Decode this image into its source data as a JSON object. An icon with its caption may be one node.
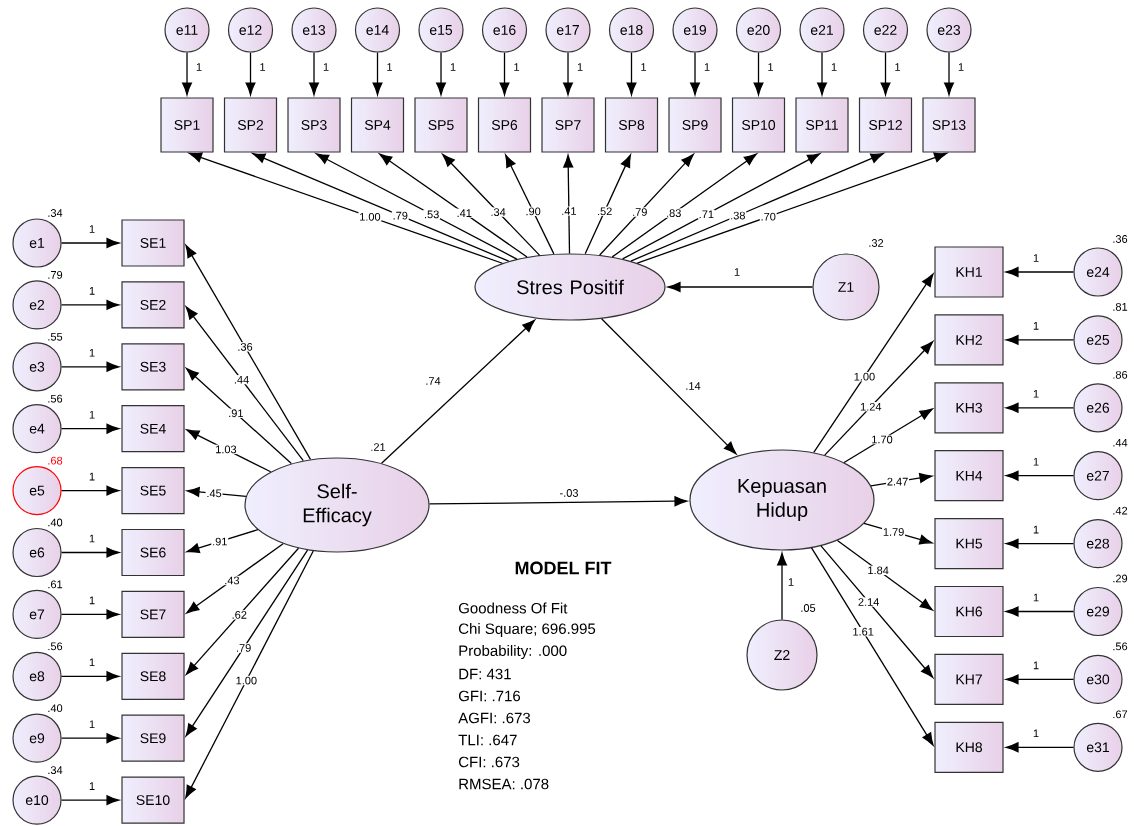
{
  "diagram": {
    "nodes": [
      {
        "text": [
          "e11"
        ]
      },
      {
        "text": [
          "e12"
        ]
      },
      {
        "text": [
          "e13"
        ]
      },
      {
        "text": [
          "e14"
        ]
      },
      {
        "text": [
          "e15"
        ]
      },
      {
        "text": [
          "e16"
        ]
      },
      {
        "text": [
          "e17"
        ]
      },
      {
        "text": [
          "e18"
        ]
      },
      {
        "text": [
          "e19"
        ]
      },
      {
        "text": [
          "e20"
        ]
      },
      {
        "text": [
          "e21"
        ]
      },
      {
        "text": [
          "e22"
        ]
      },
      {
        "text": [
          "e23"
        ]
      },
      {
        "text": [
          "SP1"
        ]
      },
      {
        "text": [
          "SP2"
        ]
      },
      {
        "text": [
          "SP3"
        ]
      },
      {
        "text": [
          "SP4"
        ]
      },
      {
        "text": [
          "SP5"
        ]
      },
      {
        "text": [
          "SP6"
        ]
      },
      {
        "text": [
          "SP7"
        ]
      },
      {
        "text": [
          "SP8"
        ]
      },
      {
        "text": [
          "SP9"
        ]
      },
      {
        "text": [
          "SP10"
        ]
      },
      {
        "text": [
          "SP11"
        ]
      },
      {
        "text": [
          "SP12"
        ]
      },
      {
        "text": [
          "SP13"
        ]
      },
      {
        "text": [
          "Stres Positif"
        ]
      },
      {
        "text": [
          "Z1"
        ],
        "beside": [
          ".32"
        ]
      },
      {
        "text": [
          "e1"
        ],
        "beside": [
          ".34"
        ]
      },
      {
        "text": [
          "e2"
        ],
        "beside": [
          ".79"
        ]
      },
      {
        "text": [
          "e3"
        ],
        "beside": [
          ".55"
        ]
      },
      {
        "text": [
          "e4"
        ],
        "beside": [
          ".56"
        ]
      },
      {
        "text": [
          "e5"
        ],
        "beside": [
          ".68"
        ]
      },
      {
        "text": [
          "e6"
        ],
        "beside": [
          ".40"
        ]
      },
      {
        "text": [
          "e7"
        ],
        "beside": [
          ".61"
        ]
      },
      {
        "text": [
          "e8"
        ],
        "beside": [
          ".56"
        ]
      },
      {
        "text": [
          "e9"
        ],
        "beside": [
          ".40"
        ]
      },
      {
        "text": [
          "e10"
        ],
        "beside": [
          ".34"
        ]
      },
      {
        "text": [
          "SE1"
        ]
      },
      {
        "text": [
          "SE2"
        ]
      },
      {
        "text": [
          "SE3"
        ]
      },
      {
        "text": [
          "SE4"
        ]
      },
      {
        "text": [
          "SE5"
        ]
      },
      {
        "text": [
          "SE6"
        ]
      },
      {
        "text": [
          "SE7"
        ]
      },
      {
        "text": [
          "SE8"
        ]
      },
      {
        "text": [
          "SE9"
        ]
      },
      {
        "text": [
          "SE10"
        ]
      },
      {
        "text": [
          "Self-Efficacy"
        ],
        "beside": [
          ".21"
        ]
      },
      {
        "text": [
          "Kepuasan Hidup"
        ]
      },
      {
        "text": [
          "Z2"
        ],
        "beside": [
          ".05"
        ]
      },
      {
        "text": [
          "KH1"
        ]
      },
      {
        "text": [
          "KH2"
        ]
      },
      {
        "text": [
          "KH3"
        ]
      },
      {
        "text": [
          "KH4"
        ]
      },
      {
        "text": [
          "KH5"
        ]
      },
      {
        "text": [
          "KH6"
        ]
      },
      {
        "text": [
          "KH7"
        ]
      },
      {
        "text": [
          "KH8"
        ]
      },
      {
        "text": [
          "e24"
        ],
        "beside": [
          ".36"
        ]
      },
      {
        "text": [
          "e25"
        ],
        "beside": [
          ".81"
        ]
      },
      {
        "text": [
          "e26"
        ],
        "beside": [
          ".86"
        ]
      },
      {
        "text": [
          "e27"
        ],
        "beside": [
          ".44"
        ]
      },
      {
        "text": [
          "e28"
        ],
        "beside": [
          ".42"
        ]
      },
      {
        "text": [
          "e29"
        ],
        "beside": [
          ".29"
        ]
      },
      {
        "text": [
          "e30"
        ],
        "beside": [
          ".56"
        ]
      },
      {
        "text": [
          "e31"
        ],
        "beside": [
          ".67"
        ]
      }
    ],
    "edges": [
      {
        "from": 0,
        "to": 13,
        "arrow": "to",
        "label": "1"
      },
      {
        "from": 1,
        "to": 14,
        "arrow": "to",
        "label": "1"
      },
      {
        "from": 2,
        "to": 15,
        "arrow": "to",
        "label": "1"
      },
      {
        "from": 3,
        "to": 16,
        "arrow": "to",
        "label": "1"
      },
      {
        "from": 4,
        "to": 17,
        "arrow": "to",
        "label": "1"
      },
      {
        "from": 5,
        "to": 18,
        "arrow": "to",
        "label": "1"
      },
      {
        "from": 6,
        "to": 19,
        "arrow": "to",
        "label": "1"
      },
      {
        "from": 7,
        "to": 20,
        "arrow": "to",
        "label": "1"
      },
      {
        "from": 8,
        "to": 21,
        "arrow": "to",
        "label": "1"
      },
      {
        "from": 9,
        "to": 22,
        "arrow": "to",
        "label": "1"
      },
      {
        "from": 10,
        "to": 23,
        "arrow": "to",
        "label": "1"
      },
      {
        "from": 11,
        "to": 24,
        "arrow": "to",
        "label": "1"
      },
      {
        "from": 12,
        "to": 25,
        "arrow": "to",
        "label": "1"
      },
      {
        "from": 26,
        "to": 13,
        "arrow": "to",
        "label": "1.00"
      },
      {
        "from": 26,
        "to": 14,
        "arrow": "to",
        "label": ".79"
      },
      {
        "from": 26,
        "to": 15,
        "arrow": "to",
        "label": ".53"
      },
      {
        "from": 26,
        "to": 16,
        "arrow": "to",
        "label": ".41"
      },
      {
        "from": 26,
        "to": 17,
        "arrow": "to",
        "label": ".34"
      },
      {
        "from": 26,
        "to": 18,
        "arrow": "to",
        "label": ".90"
      },
      {
        "from": 26,
        "to": 19,
        "arrow": "to",
        "label": ".41"
      },
      {
        "from": 26,
        "to": 20,
        "arrow": "to",
        "label": ".52"
      },
      {
        "from": 26,
        "to": 21,
        "arrow": "to",
        "label": ".79"
      },
      {
        "from": 26,
        "to": 22,
        "arrow": "to",
        "label": ".83"
      },
      {
        "from": 26,
        "to": 23,
        "arrow": "to",
        "label": ".71"
      },
      {
        "from": 26,
        "to": 24,
        "arrow": "to",
        "label": ".38"
      },
      {
        "from": 26,
        "to": 25,
        "arrow": "to",
        "label": ".70"
      },
      {
        "from": 27,
        "to": 26,
        "arrow": "to",
        "label": "1"
      },
      {
        "from": 28,
        "to": 38,
        "arrow": "to",
        "label": "1"
      },
      {
        "from": 29,
        "to": 39,
        "arrow": "to",
        "label": "1"
      },
      {
        "from": 30,
        "to": 40,
        "arrow": "to",
        "label": "1"
      },
      {
        "from": 31,
        "to": 41,
        "arrow": "to",
        "label": "1"
      },
      {
        "from": 32,
        "to": 42,
        "arrow": "to",
        "label": "1"
      },
      {
        "from": 33,
        "to": 43,
        "arrow": "to",
        "label": "1"
      },
      {
        "from": 34,
        "to": 44,
        "arrow": "to",
        "label": "1"
      },
      {
        "from": 35,
        "to": 45,
        "arrow": "to",
        "label": "1"
      },
      {
        "from": 36,
        "to": 46,
        "arrow": "to",
        "label": "1"
      },
      {
        "from": 37,
        "to": 47,
        "arrow": "to",
        "label": "1"
      },
      {
        "from": 48,
        "to": 38,
        "arrow": "to",
        "label": ".36"
      },
      {
        "from": 48,
        "to": 39,
        "arrow": "to",
        "label": ".44"
      },
      {
        "from": 48,
        "to": 40,
        "arrow": "to",
        "label": ".91"
      },
      {
        "from": 48,
        "to": 41,
        "arrow": "to",
        "label": "1.03"
      },
      {
        "from": 48,
        "to": 42,
        "arrow": "to",
        "label": ".45"
      },
      {
        "from": 48,
        "to": 43,
        "arrow": "to",
        "label": ".91"
      },
      {
        "from": 48,
        "to": 44,
        "arrow": "to",
        "label": ".43"
      },
      {
        "from": 48,
        "to": 45,
        "arrow": "to",
        "label": ".62"
      },
      {
        "from": 48,
        "to": 46,
        "arrow": "to",
        "label": ".79"
      },
      {
        "from": 48,
        "to": 47,
        "arrow": "to",
        "label": "1.00"
      },
      {
        "from": 48,
        "to": 26,
        "arrow": "to",
        "label": ".74"
      },
      {
        "from": 48,
        "to": 49,
        "arrow": "to",
        "label": "-.03"
      },
      {
        "from": 26,
        "to": 49,
        "arrow": "to",
        "label": ".14"
      },
      {
        "from": 50,
        "to": 49,
        "arrow": "to",
        "label": "1"
      },
      {
        "from": 49,
        "to": 51,
        "arrow": "to",
        "label": "1.00"
      },
      {
        "from": 49,
        "to": 52,
        "arrow": "to",
        "label": "1.24"
      },
      {
        "from": 49,
        "to": 53,
        "arrow": "to",
        "label": "1.70"
      },
      {
        "from": 49,
        "to": 54,
        "arrow": "to",
        "label": "2.47"
      },
      {
        "from": 49,
        "to": 55,
        "arrow": "to",
        "label": "1.79"
      },
      {
        "from": 49,
        "to": 56,
        "arrow": "to",
        "label": "1.84"
      },
      {
        "from": 49,
        "to": 57,
        "arrow": "to",
        "label": "2.14"
      },
      {
        "from": 49,
        "to": 58,
        "arrow": "to",
        "label": "1.61"
      },
      {
        "from": 59,
        "to": 51,
        "arrow": "to",
        "label": "1"
      },
      {
        "from": 60,
        "to": 52,
        "arrow": "to",
        "label": "1"
      },
      {
        "from": 61,
        "to": 53,
        "arrow": "to",
        "label": "1"
      },
      {
        "from": 62,
        "to": 54,
        "arrow": "to",
        "label": "1"
      },
      {
        "from": 63,
        "to": 55,
        "arrow": "to",
        "label": "1"
      },
      {
        "from": 64,
        "to": 56,
        "arrow": "to",
        "label": "1"
      },
      {
        "from": 65,
        "to": 57,
        "arrow": "to",
        "label": "1"
      },
      {
        "from": 66,
        "to": 58,
        "arrow": "to",
        "label": "1"
      }
    ],
    "labels": [
      "MODEL FIT",
      "Goodness Of Fit",
      "Chi Square; 696.995",
      "Probability: .000",
      "DF: 431",
      "GFI: .716",
      "AGFI: .673",
      "TLI: .647",
      "CFI: .673",
      "RMSEA: .078"
    ]
  }
}
